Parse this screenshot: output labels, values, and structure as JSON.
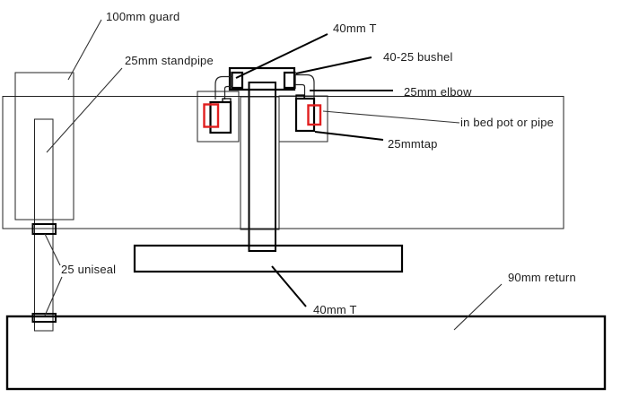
{
  "diagram": {
    "description": "aquaponics bed, standpipe and sump plumbing diagram",
    "labels": {
      "guard": "100mm guard",
      "standpipe": "25mm standpipe",
      "tee_top": "40mm T",
      "bushel": "40-25 bushel",
      "elbow": "25mm elbow",
      "in_bed_pot": "in bed pot or pipe",
      "tap": "25mmtap",
      "uniseal": "25 uniseal",
      "tee_bottom": "40mm T",
      "return_pipe": "90mm return"
    },
    "colors": {
      "line": "#000000",
      "thin_line": "#222222",
      "leader_line": "#333333",
      "tap_accent": "#e01f1f",
      "background": "#ffffff"
    }
  }
}
